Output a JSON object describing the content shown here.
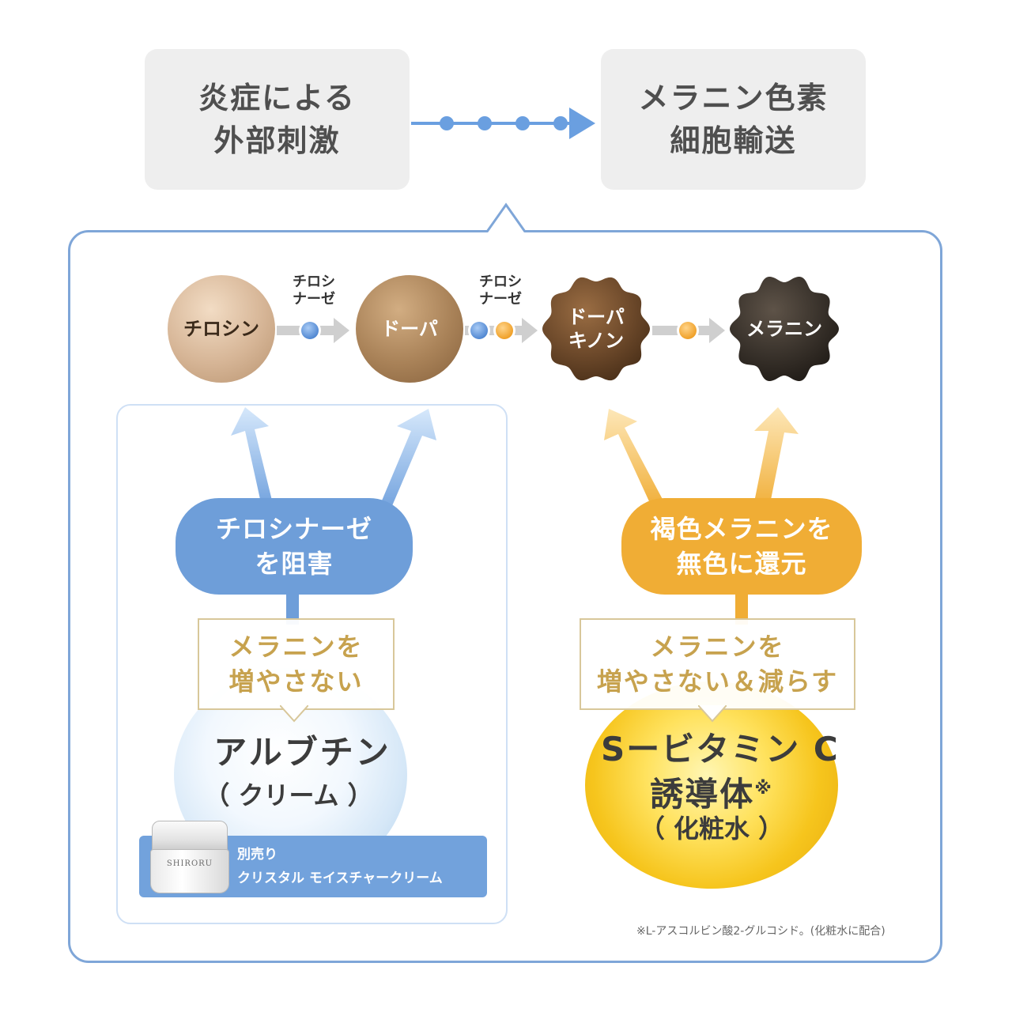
{
  "top": {
    "left_box": [
      "炎症による",
      "外部刺激"
    ],
    "right_box": [
      "メラニン色素",
      "細胞輸送"
    ]
  },
  "pathway": {
    "stages": [
      {
        "label": [
          "チロシン"
        ],
        "color": "#d6b596"
      },
      {
        "label": [
          "ドーパ"
        ],
        "color": "#a98258"
      },
      {
        "label": [
          "ドーパ",
          "キノン"
        ],
        "color": "#6e4a2b"
      },
      {
        "label": [
          "メラニン"
        ],
        "color": "#3a332c"
      }
    ],
    "enzyme_labels": [
      [
        "チロシ",
        "ナーゼ"
      ],
      [
        "チロシ",
        "ナーゼ"
      ]
    ]
  },
  "left_panel": {
    "action": [
      "チロシナーゼ",
      "を阻害"
    ],
    "benefit": [
      "メラニンを",
      "増やさない"
    ],
    "ingredient": "アルブチン",
    "form": "（ クリーム ）",
    "product_brand": "SHIRORU",
    "product_line1": "別売り",
    "product_line2": "クリスタル モイスチャークリーム",
    "accent_color": "#6e9ed9"
  },
  "right_panel": {
    "action": [
      "褐色メラニンを",
      "無色に還元"
    ],
    "benefit": [
      "メラニンを",
      "増やさない＆減らす"
    ],
    "ingredient_line1": "Sービタミン C",
    "ingredient_line2": "誘導体",
    "ingredient_mark": "※",
    "form": "（ 化粧水 ）",
    "accent_color": "#f0ad35"
  },
  "footnote": "※L-アスコルビン酸2-グルコシド。(化粧水に配合)"
}
